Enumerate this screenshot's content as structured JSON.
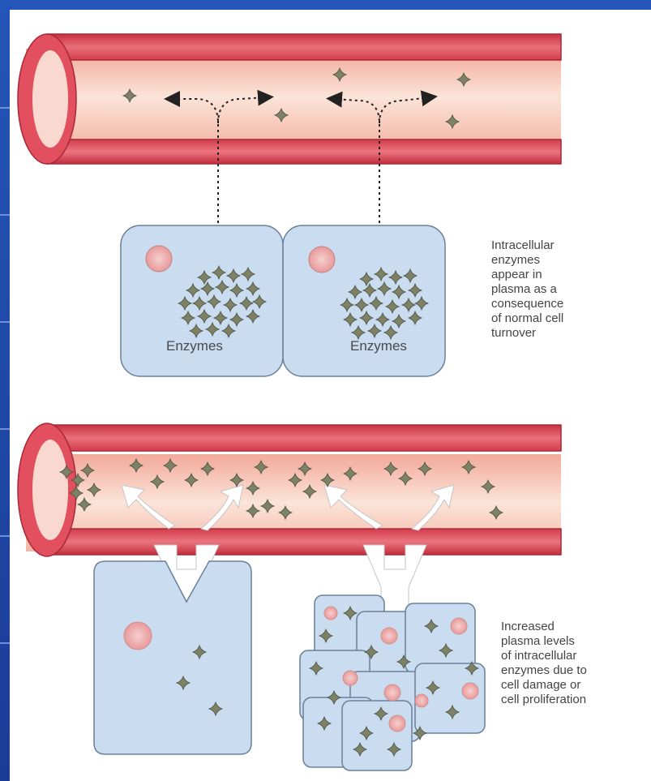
{
  "normal_turnover": {
    "cell_labels": [
      "Enzymes",
      "Enzymes"
    ],
    "caption": "Intracellular\nenzymes\nappear in\nplasma as a\nconsequence\nof normal cell\nturnover"
  },
  "increased_levels": {
    "caption": "Increased\nplasma levels\nof intracellular\nenzymes due to\ncell damage or\ncell proliferation"
  },
  "colors": {
    "vessel_wall": "#d8404f",
    "vessel_lumen": "#f6c9bb",
    "cell_fill": "#c9dcf0",
    "cell_border": "#6b7f99",
    "enzyme": "#7d8266",
    "nucleus": "#f2b5b5",
    "slide_background": "#1c3f9a"
  },
  "icons": [
    "enzyme-icon",
    "nucleus-icon",
    "arrow-icon"
  ]
}
